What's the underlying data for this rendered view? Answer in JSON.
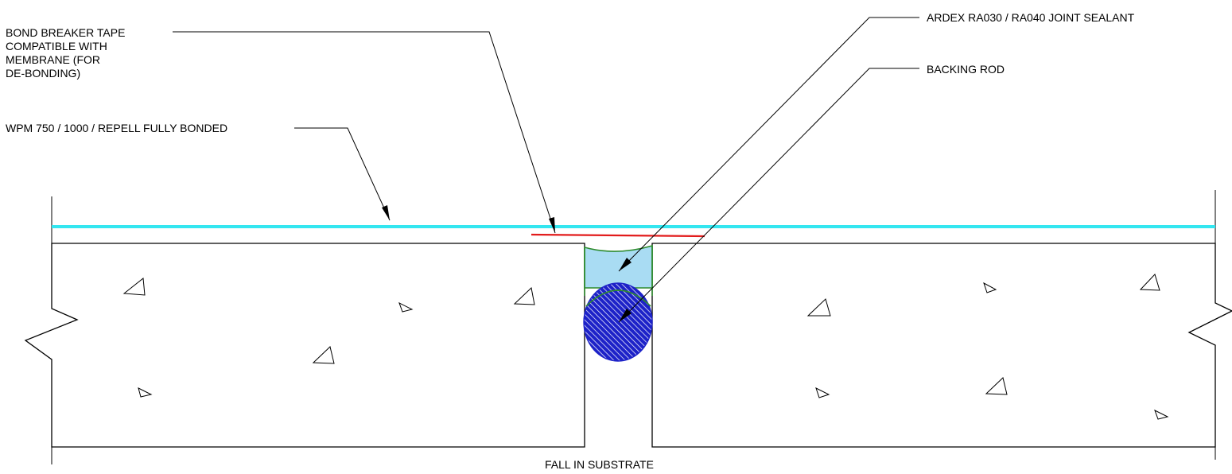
{
  "labels": {
    "bond_breaker": [
      "BOND BREAKER TAPE",
      "COMPATIBLE WITH",
      "MEMBRANE (FOR",
      "DE-BONDING)"
    ],
    "membrane": "WPM 750 / 1000 / REPELL FULLY BONDED",
    "sealant": "ARDEX RA030 / RA040 JOINT SEALANT",
    "backing_rod": "BACKING ROD",
    "fall": "FALL IN SUBSTRATE"
  },
  "colors": {
    "membrane": "#33e6f0",
    "bond_breaker_tape": "#e21b1b",
    "sealant_fill": "#a9dcf3",
    "sealant_outline": "#2e8b2e",
    "backing_rod": "#1d22c8",
    "linework": "#000000"
  }
}
